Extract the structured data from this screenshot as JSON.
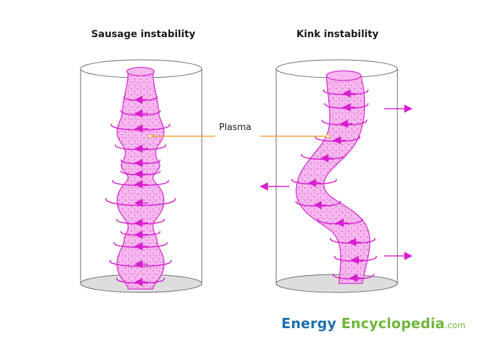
{
  "titles": {
    "left": "Sausage instability",
    "right": "Kink instability"
  },
  "label": "Plasma",
  "brand": {
    "part1": "Energy",
    "part2": "Encyclopedia",
    "domain": ".com"
  },
  "colors": {
    "plasma_fill": "#f7b7ef",
    "plasma_edge": "#d62ad0",
    "arrow": "#d61fcf",
    "leader": "#f0a030",
    "cylinder": "#555555",
    "brand_blue": "#1f6fae",
    "brand_green": "#6fb63a"
  }
}
